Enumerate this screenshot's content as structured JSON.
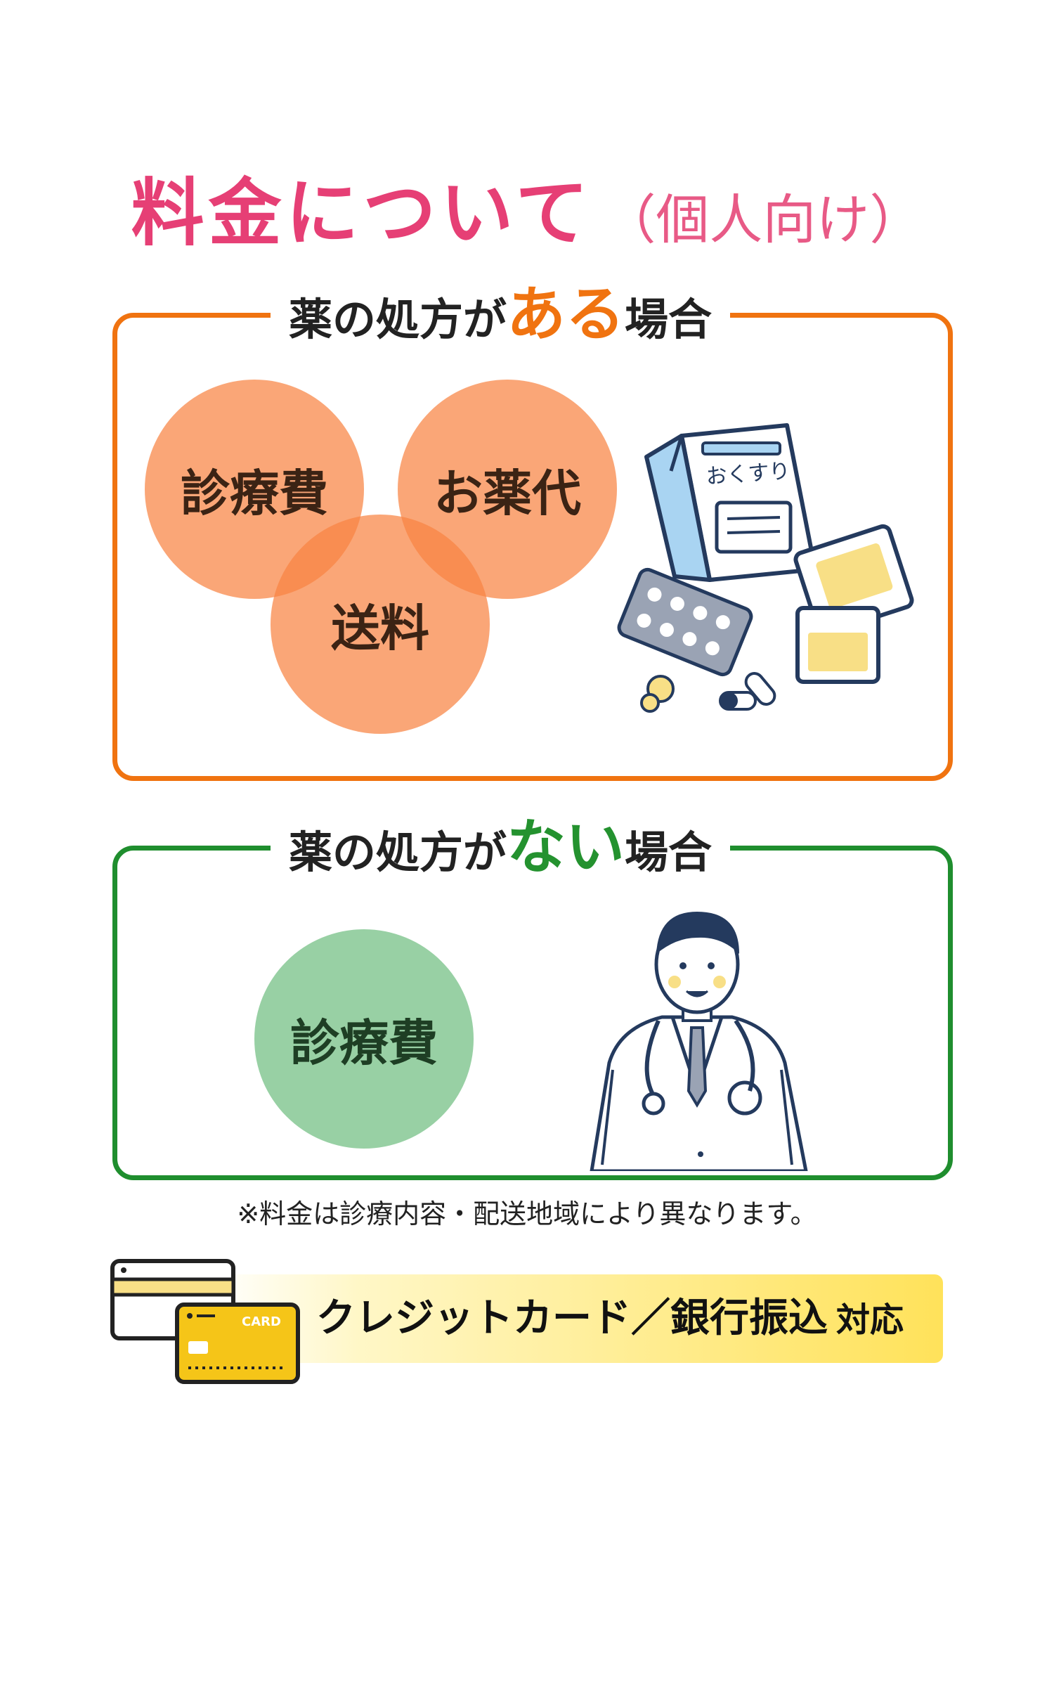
{
  "title": {
    "main": "料金について",
    "sub": "（個人向け）"
  },
  "section_with_rx": {
    "heading_prefix": "薬の処方が",
    "heading_highlight": "ある",
    "heading_suffix": "場合",
    "accent_color": "#f07310",
    "items": [
      "診療費",
      "お薬代",
      "送料"
    ],
    "bag_label": "おくすり"
  },
  "section_without_rx": {
    "heading_prefix": "薬の処方が",
    "heading_highlight": "ない",
    "heading_suffix": "場合",
    "accent_color": "#1f8e2e",
    "items": [
      "診療費"
    ]
  },
  "note": "※料金は診療内容・配送地域により異なります。",
  "payment": {
    "text_main": "クレジットカード／銀行振込",
    "text_suffix": "対応",
    "card_label": "CARD"
  }
}
